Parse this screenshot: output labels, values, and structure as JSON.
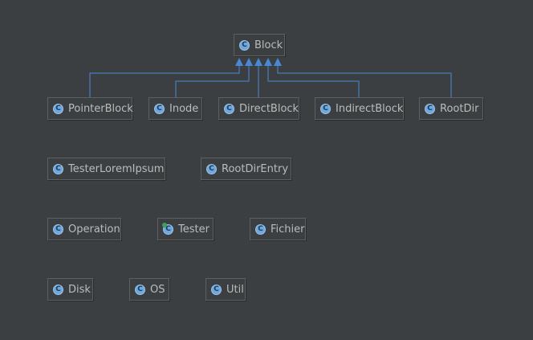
{
  "colors": {
    "background": "#3c3f41",
    "edge": "#4a88d6",
    "node_border": "#5e6060",
    "text": "#bbbbbb",
    "class_icon": "#6fa8dc",
    "main_marker": "#3aa05a"
  },
  "nodes": {
    "block": {
      "label": "Block",
      "icon": "class-icon"
    },
    "pointerblock": {
      "label": "PointerBlock",
      "icon": "class-icon"
    },
    "inode": {
      "label": "Inode",
      "icon": "class-icon"
    },
    "directblock": {
      "label": "DirectBlock",
      "icon": "class-icon"
    },
    "indirectblock": {
      "label": "IndirectBlock",
      "icon": "class-icon"
    },
    "rootdir": {
      "label": "RootDir",
      "icon": "class-icon"
    },
    "testerloremipsum": {
      "label": "TesterLoremIpsum",
      "icon": "class-icon"
    },
    "rootdirentry": {
      "label": "RootDirEntry",
      "icon": "class-icon"
    },
    "operation": {
      "label": "Operation",
      "icon": "class-icon"
    },
    "tester": {
      "label": "Tester",
      "icon": "class-main-icon"
    },
    "fichier": {
      "label": "Fichier",
      "icon": "class-icon"
    },
    "disk": {
      "label": "Disk",
      "icon": "class-icon"
    },
    "os": {
      "label": "OS",
      "icon": "class-icon"
    },
    "util": {
      "label": "Util",
      "icon": "class-icon"
    }
  },
  "icon_letter": "C",
  "edges": [
    {
      "from": "pointerblock",
      "to": "block",
      "type": "inheritance"
    },
    {
      "from": "inode",
      "to": "block",
      "type": "inheritance"
    },
    {
      "from": "directblock",
      "to": "block",
      "type": "inheritance"
    },
    {
      "from": "indirectblock",
      "to": "block",
      "type": "inheritance"
    },
    {
      "from": "rootdir",
      "to": "block",
      "type": "inheritance"
    }
  ]
}
